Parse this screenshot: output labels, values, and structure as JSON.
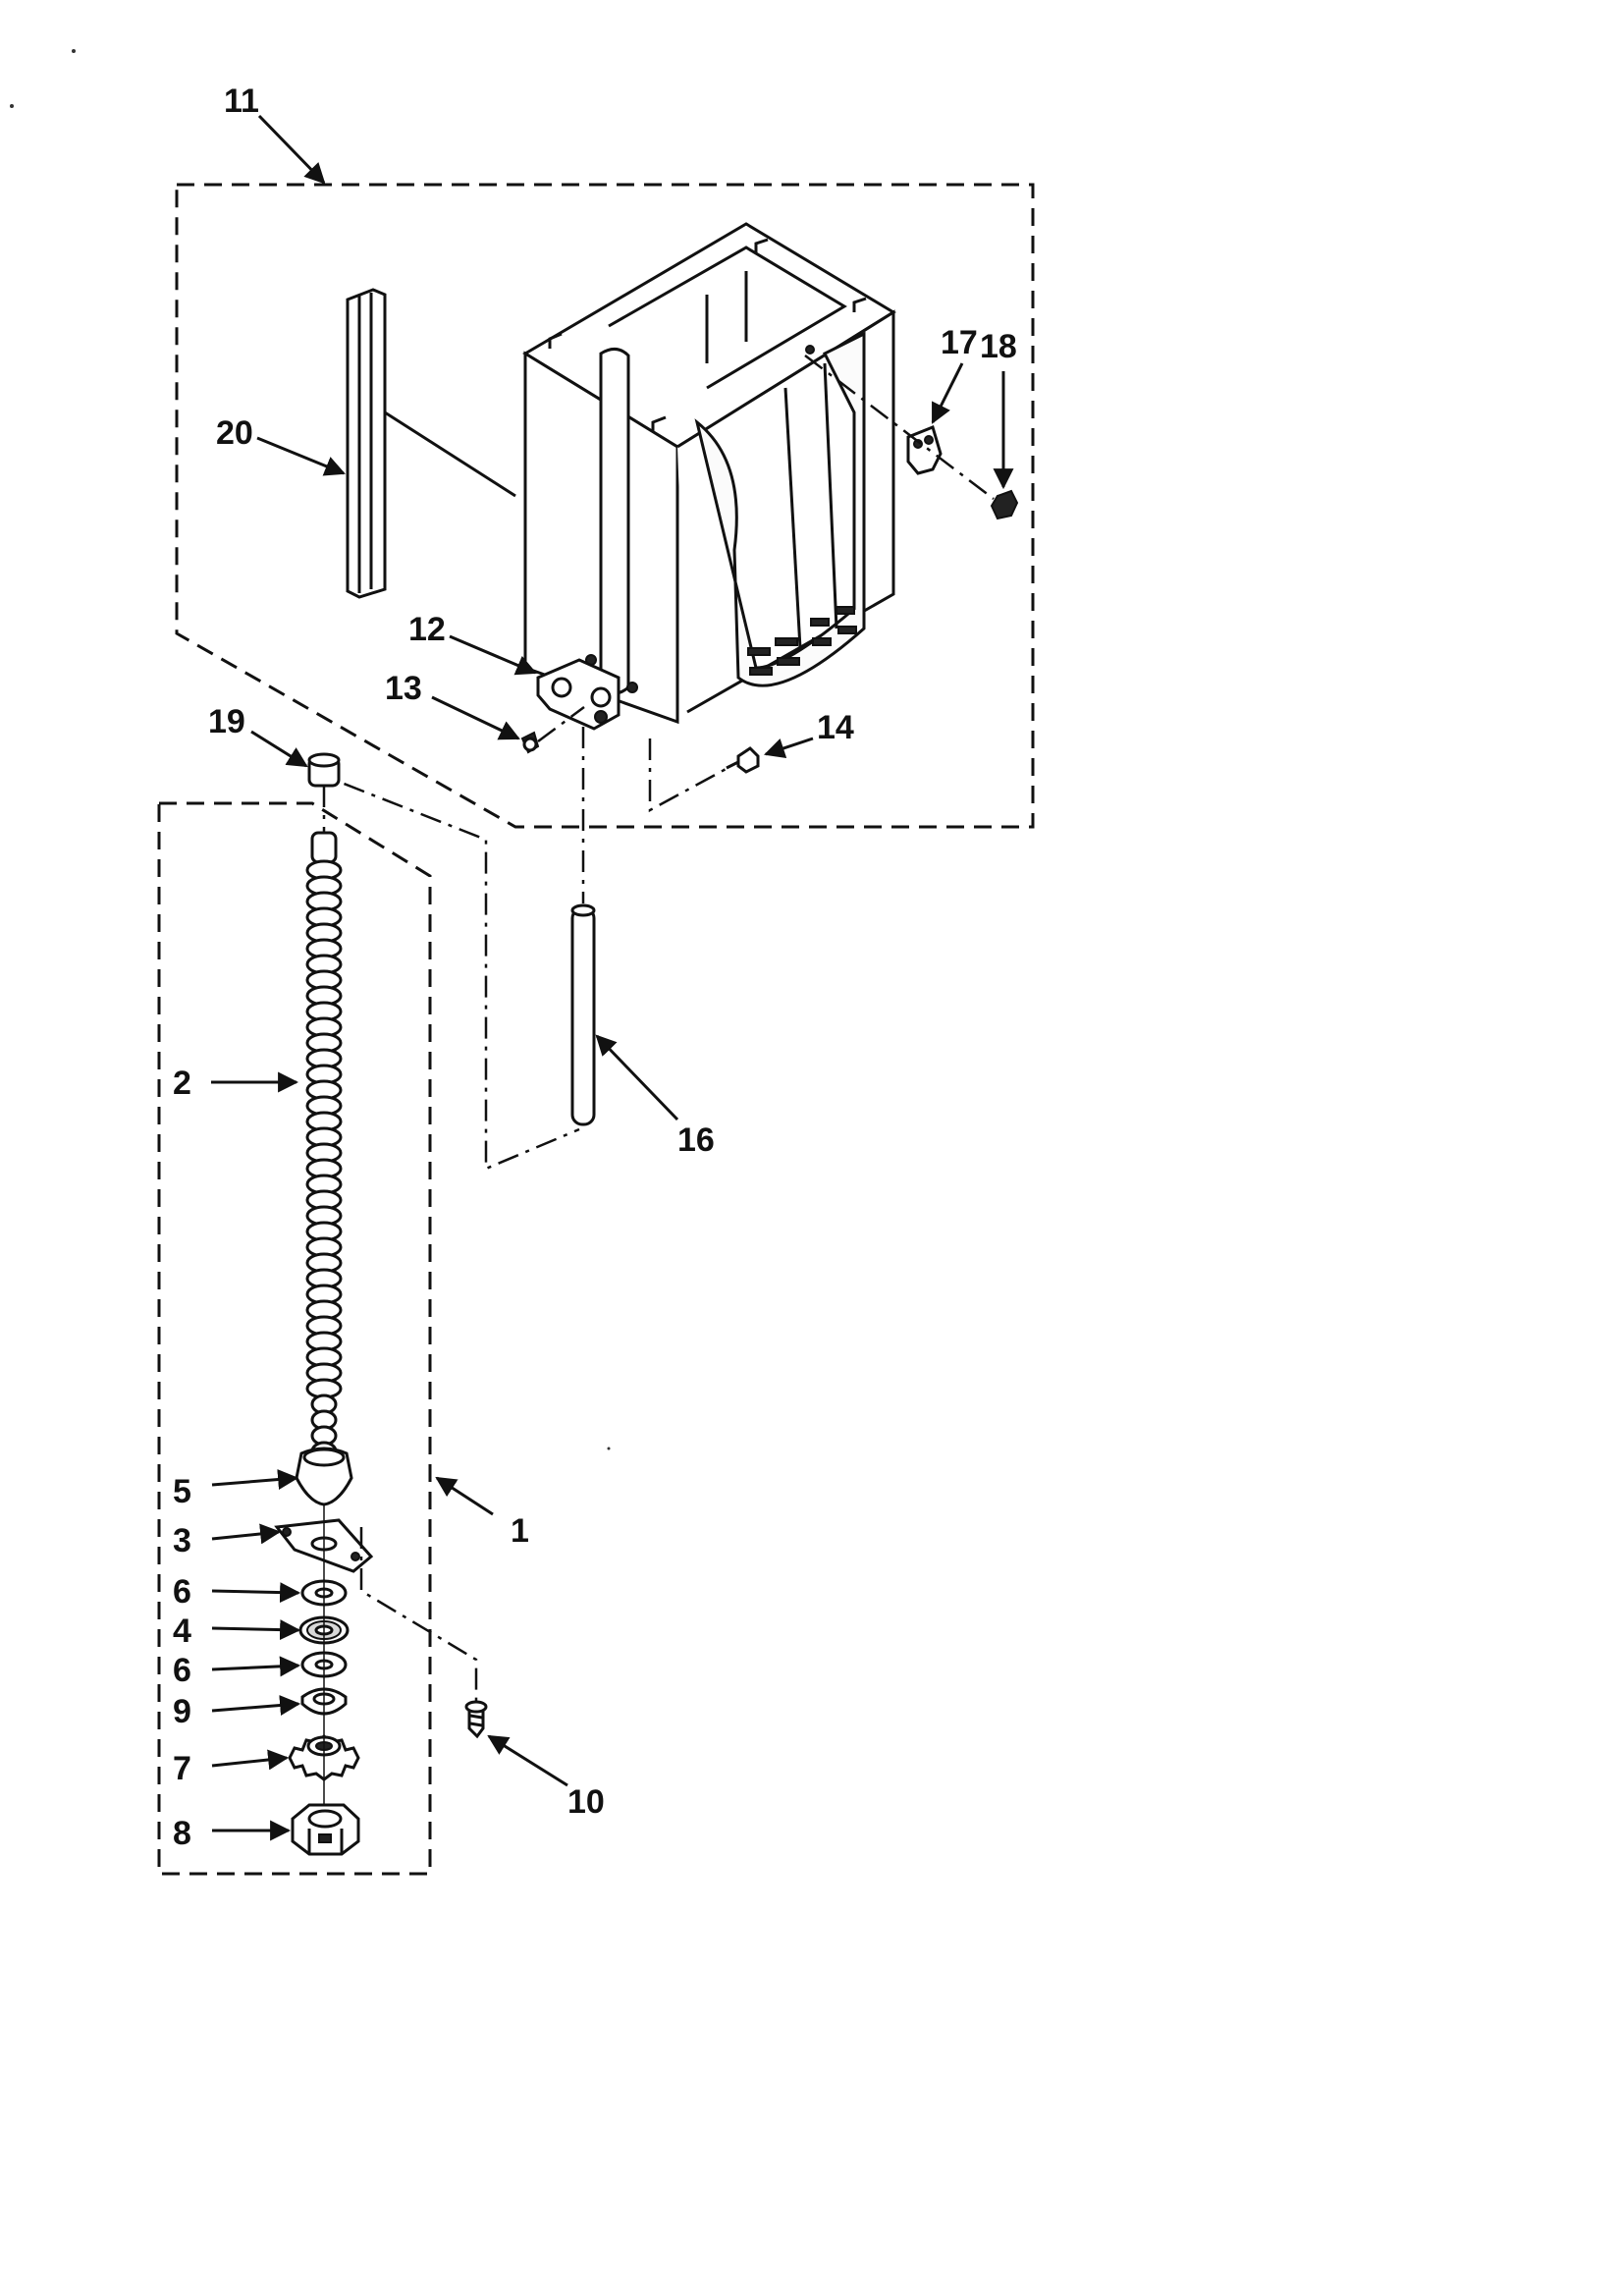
{
  "callouts": [
    {
      "id": "1",
      "text": "1"
    },
    {
      "id": "2",
      "text": "2"
    },
    {
      "id": "3",
      "text": "3"
    },
    {
      "id": "4",
      "text": "4"
    },
    {
      "id": "5",
      "text": "5"
    },
    {
      "id": "6a",
      "text": "6"
    },
    {
      "id": "6b",
      "text": "6"
    },
    {
      "id": "7",
      "text": "7"
    },
    {
      "id": "8",
      "text": "8"
    },
    {
      "id": "9",
      "text": "9"
    },
    {
      "id": "10",
      "text": "10"
    },
    {
      "id": "11",
      "text": "11"
    },
    {
      "id": "12",
      "text": "12"
    },
    {
      "id": "13",
      "text": "13"
    },
    {
      "id": "14",
      "text": "14"
    },
    {
      "id": "16",
      "text": "16"
    },
    {
      "id": "17",
      "text": "17"
    },
    {
      "id": "18",
      "text": "18"
    },
    {
      "id": "19",
      "text": "19"
    },
    {
      "id": "20",
      "text": "20"
    }
  ],
  "colors": {
    "ink": "#111111",
    "paper": "#ffffff"
  }
}
